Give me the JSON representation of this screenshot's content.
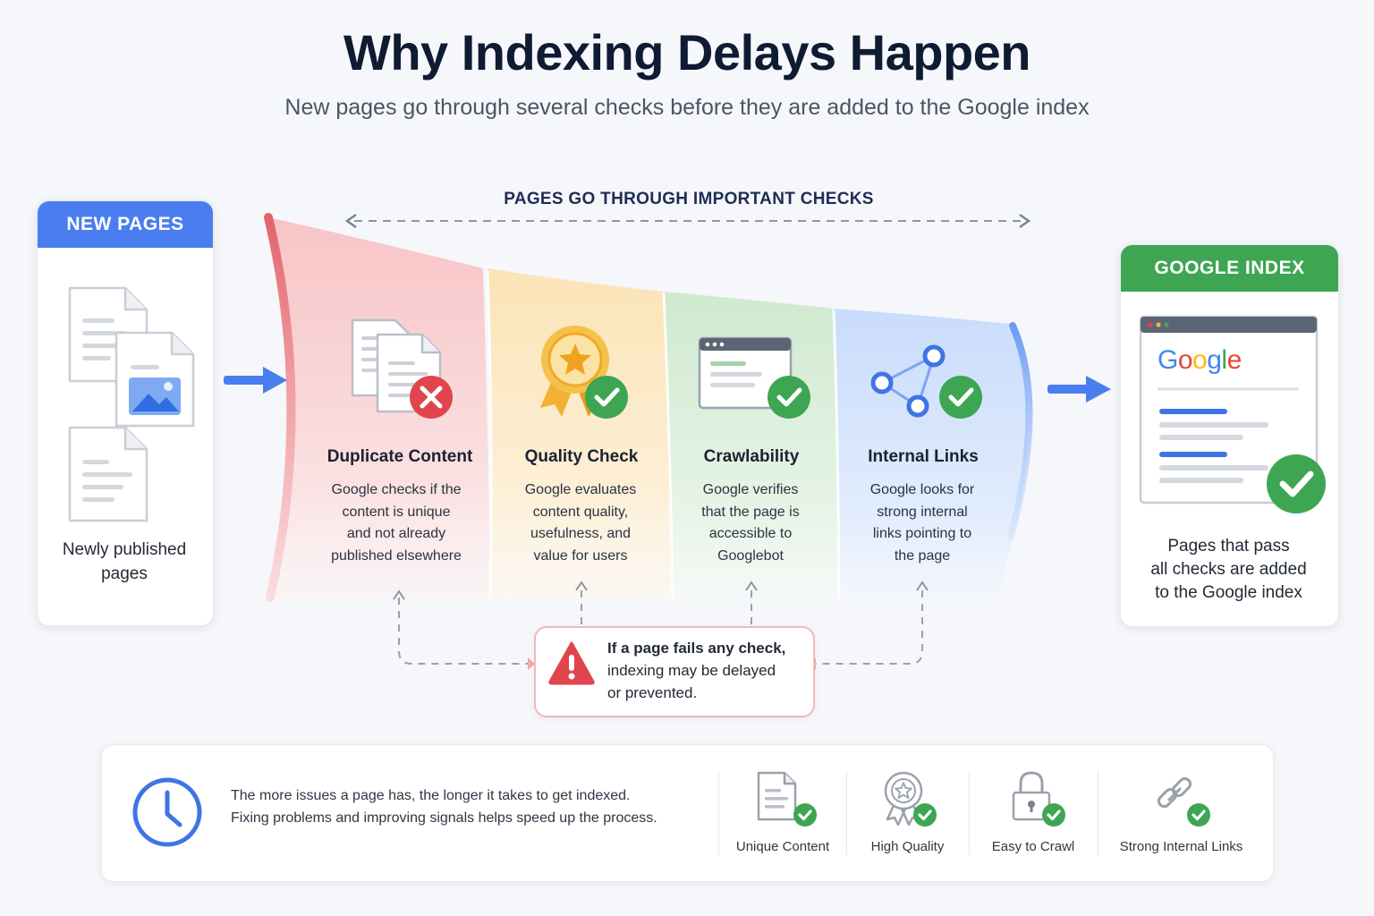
{
  "header": {
    "title": "Why Indexing Delays Happen",
    "subtitle": "New pages go through several checks before they are added to the Google index"
  },
  "checks_heading": "PAGES GO THROUGH IMPORTANT CHECKS",
  "new_pages": {
    "header": "NEW PAGES",
    "caption_line1": "Newly published",
    "caption_line2": "pages"
  },
  "stages": [
    {
      "title": "Duplicate Content",
      "desc": [
        "Google checks if the",
        "content is unique",
        "and not already",
        "published elsewhere"
      ],
      "status": "fail",
      "icon": "duplicate-documents-icon"
    },
    {
      "title": "Quality Check",
      "desc": [
        "Google evaluates",
        "content quality,",
        "usefulness, and",
        "value for users"
      ],
      "status": "pass",
      "icon": "award-medal-icon"
    },
    {
      "title": "Crawlability",
      "desc": [
        "Google verifies",
        "that the page is",
        "accessible to",
        "Googlebot"
      ],
      "status": "pass",
      "icon": "browser-window-icon"
    },
    {
      "title": "Internal Links",
      "desc": [
        "Google looks for",
        "strong internal",
        "links pointing to",
        "the page"
      ],
      "status": "pass",
      "icon": "link-network-icon"
    }
  ],
  "warning": {
    "bold_line": "If a page fails any check,",
    "line2": "indexing may be delayed",
    "line3": "or prevented."
  },
  "google_index": {
    "header": "GOOGLE INDEX",
    "logo_text": "Google",
    "caption_line1": "Pages that pass",
    "caption_line2": "all checks are added",
    "caption_line3": "to the Google index"
  },
  "bottom": {
    "text_line1": "The more issues a page has, the longer it takes to get indexed.",
    "text_line2": "Fixing problems and improving signals helps speed up the process.",
    "features": [
      {
        "label": "Unique Content",
        "icon": "document-check-icon"
      },
      {
        "label": "High Quality",
        "icon": "award-check-icon"
      },
      {
        "label": "Easy to Crawl",
        "icon": "lock-check-icon"
      },
      {
        "label": "Strong Internal Links",
        "icon": "chain-link-check-icon"
      }
    ]
  },
  "colors": {
    "blue": "#4a7ef0",
    "green": "#3ea653",
    "red": "#e04848",
    "gold": "#f2b134",
    "funnel_red": "#f7c9cb",
    "funnel_yellow": "#fbe7bf",
    "funnel_green": "#d3ecd3",
    "funnel_blue": "#cfe0fb"
  }
}
